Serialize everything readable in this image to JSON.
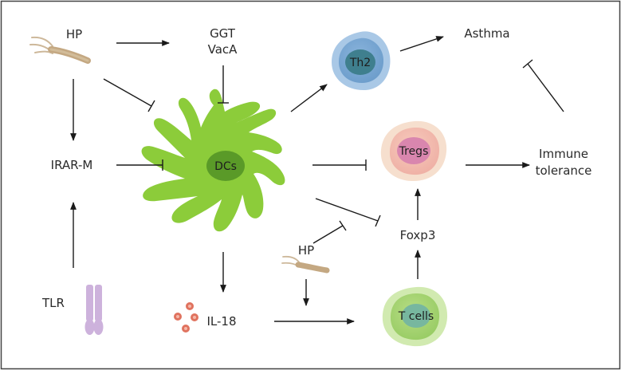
{
  "labels": {
    "hp_top": "HP",
    "ggt": "GGT",
    "vaca": "VacA",
    "asthma": "Asthma",
    "th2": "Th2",
    "irar_m": "IRAR-M",
    "dcs": "DCs",
    "tregs": "Tregs",
    "immune": "Immune",
    "tolerance": "tolerance",
    "foxp3": "Foxp3",
    "hp_mid": "HP",
    "tlr": "TLR",
    "il18": "IL-18",
    "t_cells": "T cells"
  },
  "colors": {
    "border": "#444444",
    "arrow": "#1a1a1a",
    "dc_body": "#8ccc3a",
    "dc_nucleus": "#5a9a28",
    "th2_outer": "#a9c8e6",
    "th2_inner": "#7aaad4",
    "th2_nucleus": "#3f7f8e",
    "treg_outer": "#f6dfce",
    "treg_inner": "#f4bfb4",
    "treg_nucleus": "#d986ae",
    "tcell_outer": "#d1eab0",
    "tcell_inner": "#a9d677",
    "tcell_nucleus": "#77b79f",
    "tlr": "#cdb2dc",
    "il18": "#e0735f",
    "bacterium": "#c9b08a"
  }
}
